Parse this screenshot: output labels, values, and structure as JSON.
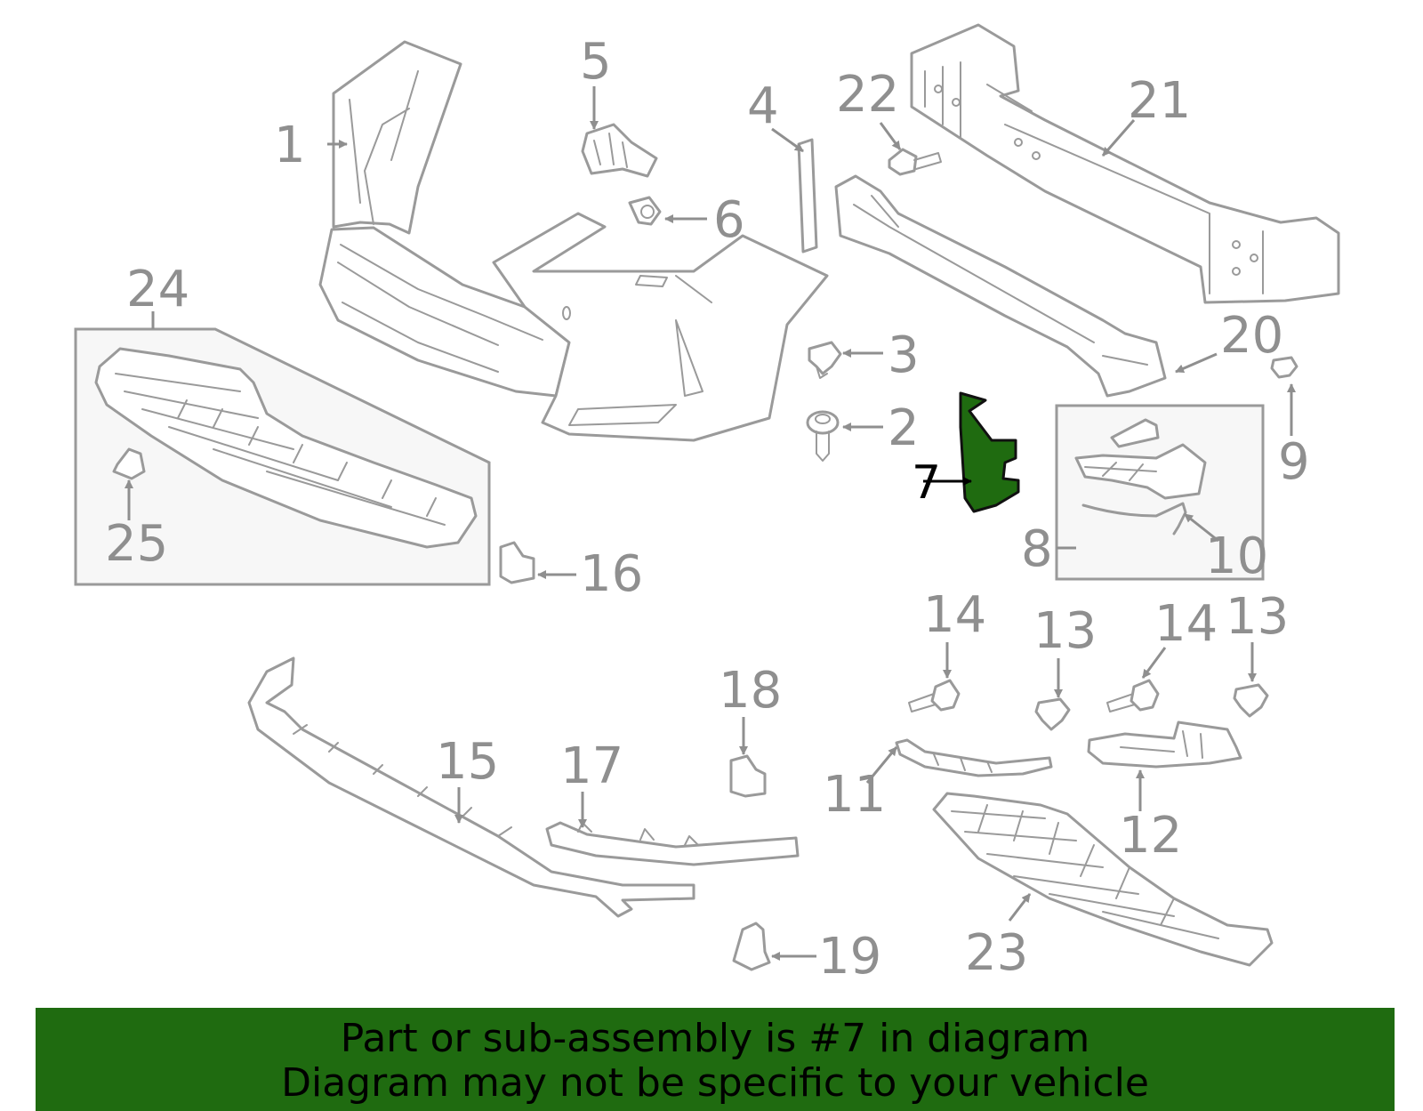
{
  "diagram": {
    "highlight_color": "#1f6b10",
    "line_color": "#9a9a9a",
    "highlighted_part": "7",
    "labels": {
      "p1": "1",
      "p2": "2",
      "p3": "3",
      "p4": "4",
      "p5": "5",
      "p6": "6",
      "p7": "7",
      "p8": "8",
      "p9": "9",
      "p10": "10",
      "p11": "11",
      "p12": "12",
      "p13a": "13",
      "p13b": "13",
      "p14a": "14",
      "p14b": "14",
      "p15": "15",
      "p16": "16",
      "p17": "17",
      "p18": "18",
      "p19": "19",
      "p20": "20",
      "p21": "21",
      "p22": "22",
      "p23": "23",
      "p24": "24",
      "p25": "25"
    }
  },
  "banner": {
    "line1": "Part or sub-assembly is #7 in diagram",
    "line2": "Diagram may not be specific to your vehicle"
  }
}
